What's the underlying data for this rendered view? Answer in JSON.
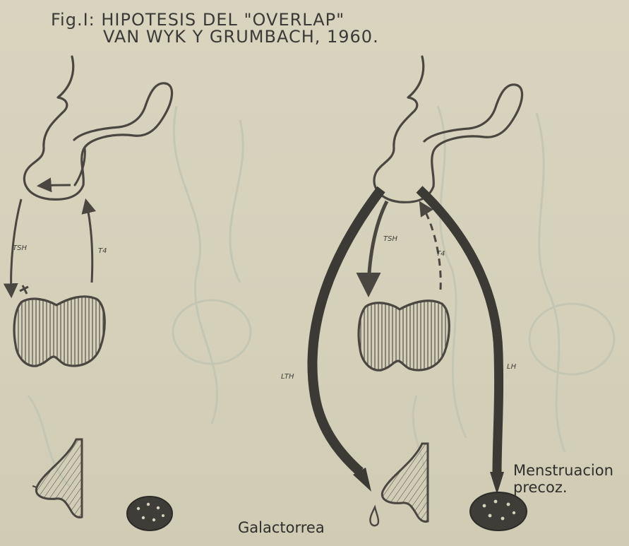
{
  "figure": {
    "title_line1": "Fig.I: HIPOTESIS DEL \"OVERLAP\"",
    "title_line2": "VAN WYK Y GRUMBACH, 1960."
  },
  "left_panel": {
    "tsh_label": "TSH",
    "t4_label": "T4"
  },
  "right_panel": {
    "tsh_label": "TSH",
    "t4_label": "T4",
    "lth_label": "LTH",
    "lh_label": "LH",
    "galactorrea_label": "Galactorrea",
    "menstruacion_line1": "Menstruacion",
    "menstruacion_line2": "precoz."
  },
  "colors": {
    "ink": "#4a4741",
    "paper": "#d6d2bd",
    "ghost": "#c3c7b6"
  }
}
